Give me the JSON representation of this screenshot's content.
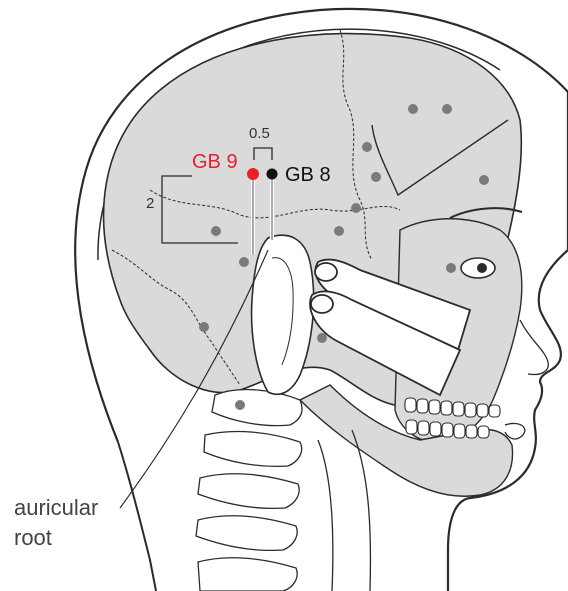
{
  "labels": {
    "gb9": "GB 9",
    "gb8": "GB 8",
    "dist_half": "0.5",
    "dist_two": "2",
    "auricular_line1": "auricular",
    "auricular_line2": "root"
  },
  "colors": {
    "skull_fill": "#dadada",
    "outline": "#2b2b2b",
    "point_gray": "#7a7a7a",
    "gb9_red": "#e8202a",
    "gb8_black": "#111111",
    "gb9_label_red": "#e8202a"
  }
}
